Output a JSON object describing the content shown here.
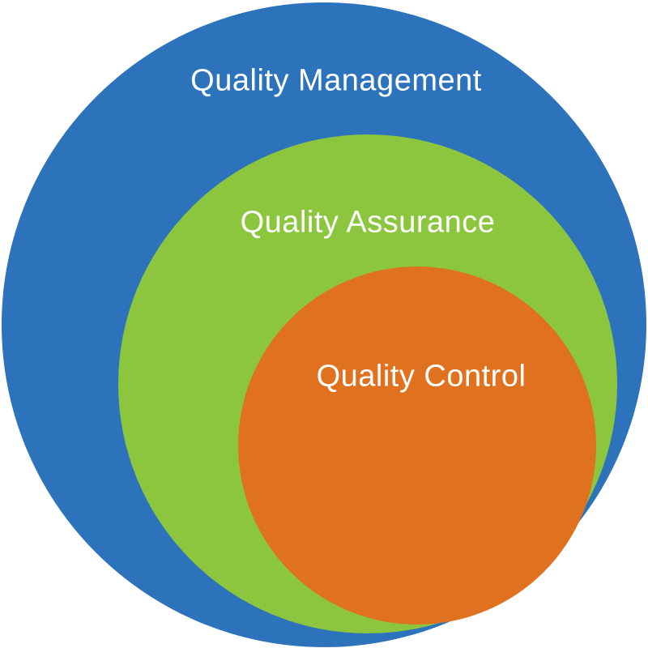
{
  "diagram": {
    "background_color": "#FFFFFF",
    "text_color": "#FFFFFF",
    "layers": [
      {
        "label": "Quality Management",
        "color": "#2D73BC"
      },
      {
        "label": "Quality Assurance",
        "color": "#8CC63E"
      },
      {
        "label": "Quality Control",
        "color": "#E0711F"
      }
    ]
  }
}
